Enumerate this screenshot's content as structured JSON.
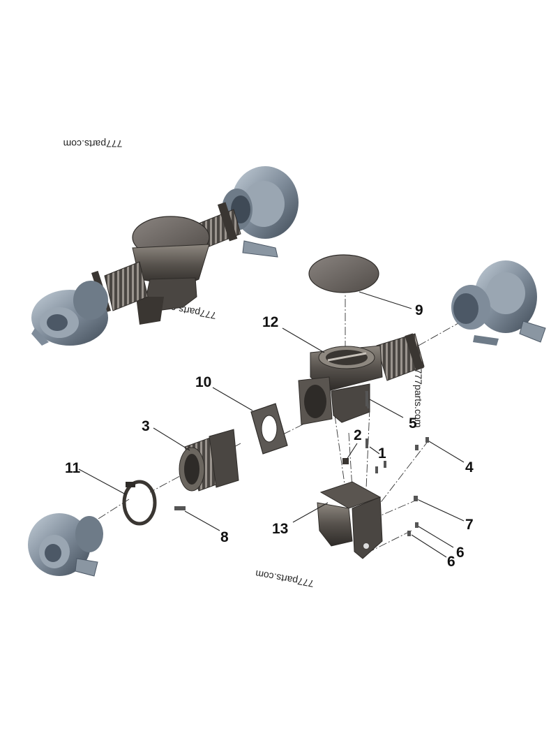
{
  "watermarks": {
    "top": "777parts.com",
    "assembly": "777parts.com",
    "vertical": "777parts.com",
    "bottom": "777parts.com"
  },
  "callouts": {
    "c1": "1",
    "c2": "2",
    "c3": "3",
    "c4": "4",
    "c5": "5",
    "c6a": "6",
    "c6b": "6",
    "c7": "7",
    "c8": "8",
    "c9": "9",
    "c10": "10",
    "c11": "11",
    "c12": "12",
    "c13": "13"
  },
  "colors": {
    "turbo": "#7f8c9a",
    "turbo_dark": "#4c5866",
    "turbo_light": "#b4c0cc",
    "metal": "#5a5550",
    "metal_dark": "#2e2b28",
    "metal_light": "#8e8880",
    "plate": "#6e6a66"
  }
}
